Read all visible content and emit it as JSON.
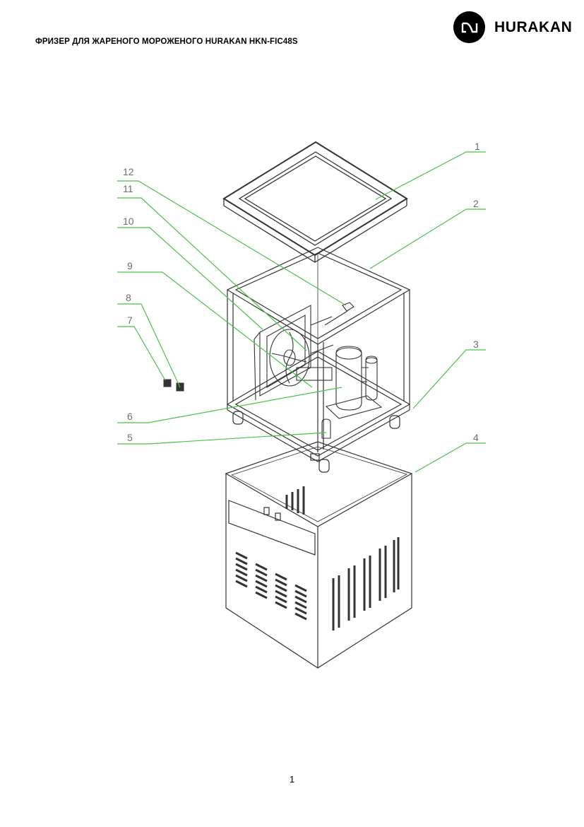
{
  "header": {
    "title": "ФРИЗЕР ДЛЯ ЖАРЕНОГО МОРОЖЕНОГО HURAKAN HKN-FIC48S",
    "brand": "HURAKAN",
    "logo_icon": "hurakan-logo-icon"
  },
  "callouts": [
    "1",
    "2",
    "3",
    "4",
    "5",
    "6",
    "7",
    "8",
    "9",
    "10",
    "11",
    "12"
  ],
  "footer": {
    "page_number": "1"
  },
  "colors": {
    "leader": "#48c24a",
    "line": "#333333",
    "brand": "#000000"
  }
}
